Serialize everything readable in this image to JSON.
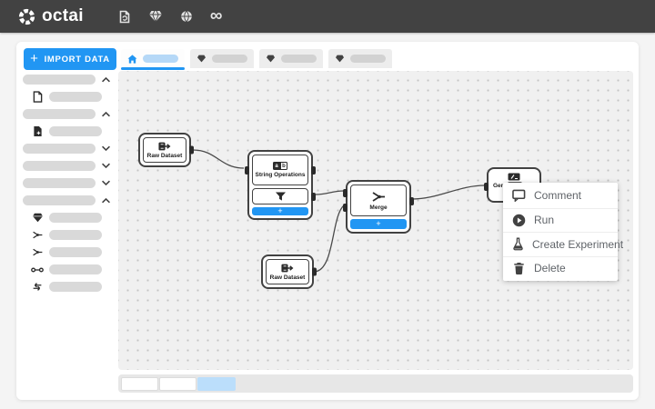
{
  "topbar": {
    "logo_text": "octai"
  },
  "toolbar": {
    "plus": "+",
    "import_label": "IMPORT DATA"
  },
  "canvas": {
    "nodes": {
      "raw1": {
        "label": "Raw Dataset"
      },
      "string_ops": {
        "label": "String Operations",
        "add": "+"
      },
      "merge": {
        "label": "Merge",
        "add": "+"
      },
      "raw2": {
        "label": "Raw Dataset"
      },
      "gen": {
        "label": "Gen"
      }
    },
    "string_ops_icon": {
      "a": "a",
      "b": "b"
    }
  },
  "context_menu": {
    "items": [
      {
        "label": "Comment"
      },
      {
        "label": "Run"
      },
      {
        "label": "Create Experiment"
      },
      {
        "label": "Delete"
      }
    ]
  },
  "colors": {
    "accent": "#2196F3",
    "topbar_bg": "#424242",
    "canvas_bg": "#F0F0F0",
    "active_tab_skeleton": "#B5D8F7",
    "skeleton": "#D9D9D9"
  }
}
